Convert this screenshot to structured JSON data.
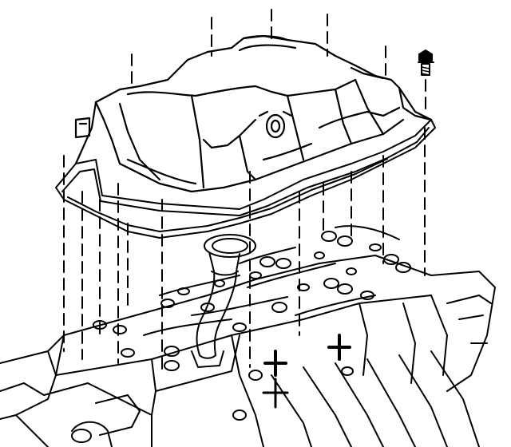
{
  "diagram": {
    "subject": "engine-oil-pan-gasket-exploded-view",
    "stroke_color": "#000000",
    "background_color": "#ffffff",
    "fastener_lines": 16,
    "parts": [
      {
        "name": "oil-pan",
        "icon": "oil-pan-icon"
      },
      {
        "name": "pan-gasket",
        "icon": "gasket-icon"
      },
      {
        "name": "pan-bolt",
        "icon": "bolt-icon"
      },
      {
        "name": "oil-pickup-tube",
        "icon": "pickup-tube-icon"
      },
      {
        "name": "engine-block",
        "icon": "engine-block-icon"
      }
    ]
  }
}
